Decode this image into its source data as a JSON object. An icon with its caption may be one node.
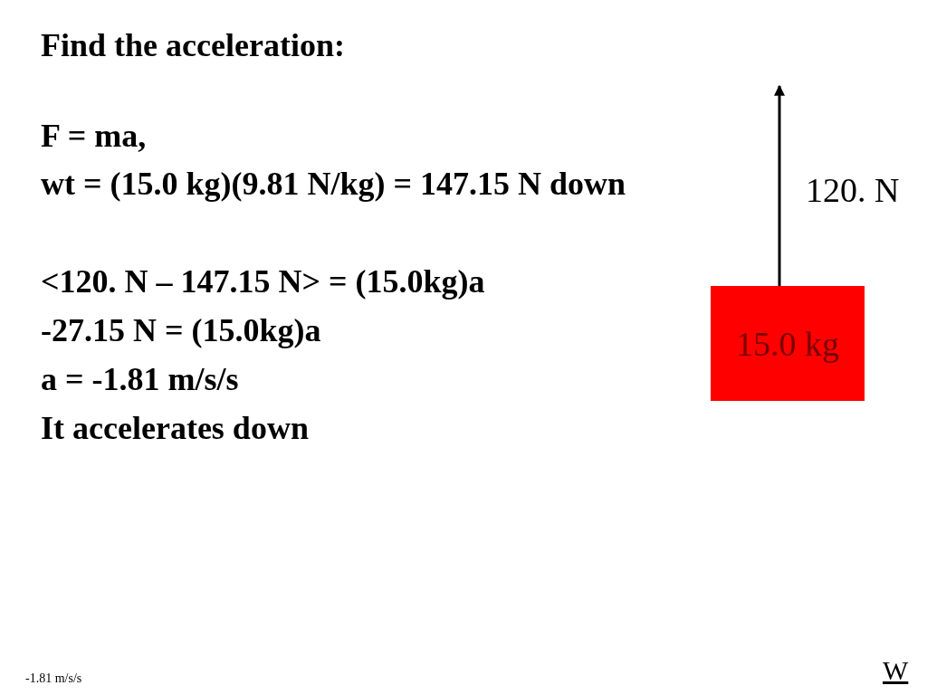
{
  "diagram": {
    "title": "Find the acceleration:",
    "nodes": [
      {
        "text": [
          "15.0 kg"
        ]
      }
    ],
    "labels": [
      "F = ma,",
      "wt = (15.0 kg)(9.81 N/kg) = 147.15 N down",
      "<120. N – 147.15 N> = (15.0kg)a",
      "-27.15 N = (15.0kg)a",
      "a = -1.81 m/s/s",
      "It accelerates down",
      "120. N",
      "-1.81 m/s/s",
      "W"
    ]
  }
}
